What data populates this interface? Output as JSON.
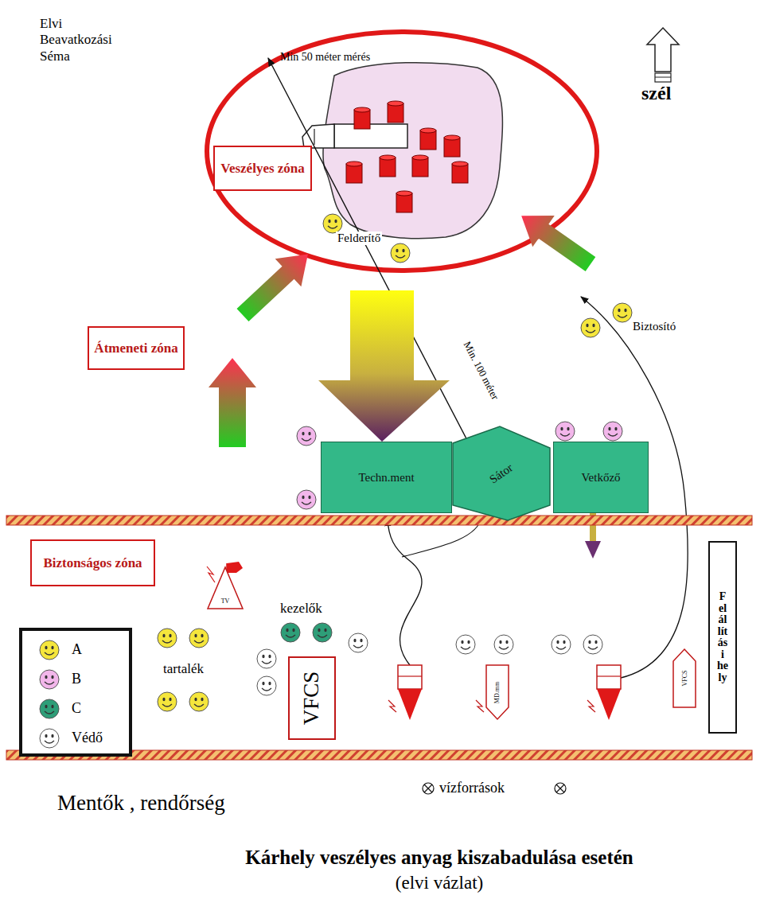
{
  "diagram": {
    "title": "Elvi Beavatkozási Séma",
    "caption": "Kárhely veszélyes anyag kiszabadulása esetén",
    "nodes": [
      {
        "text": [
          "Veszélyes zóna"
        ]
      },
      {
        "text": [
          "Átmeneti zóna"
        ]
      },
      {
        "text": [
          "Techn.ment"
        ]
      },
      {
        "text": [
          "Sátor"
        ]
      },
      {
        "text": [
          "Vetkőző"
        ]
      },
      {
        "text": [
          "Biztonságos zóna"
        ]
      },
      {
        "text": [
          "TV"
        ]
      },
      {
        "text": [
          "VFCS"
        ]
      },
      {
        "text": [
          "MD.mm"
        ]
      },
      {
        "text": [
          "VFCS"
        ]
      },
      {
        "text": [
          "Felállítási hely"
        ]
      }
    ],
    "labels": [
      "Min 50 méter mérés",
      "szél",
      "Felderítő",
      "Biztosító",
      "Min. 100 méter",
      "kezelők",
      "tartalék",
      "vízforrások",
      "Mentők , rendőrség",
      "(elvi vázlat)"
    ],
    "legend": [
      {
        "text": "A",
        "color": "#f5e63c"
      },
      {
        "text": "B",
        "color": "#f2b6ea"
      },
      {
        "text": "C",
        "color": "#2e9e78"
      },
      {
        "text": "Védő",
        "color": "#ffffff"
      }
    ]
  }
}
